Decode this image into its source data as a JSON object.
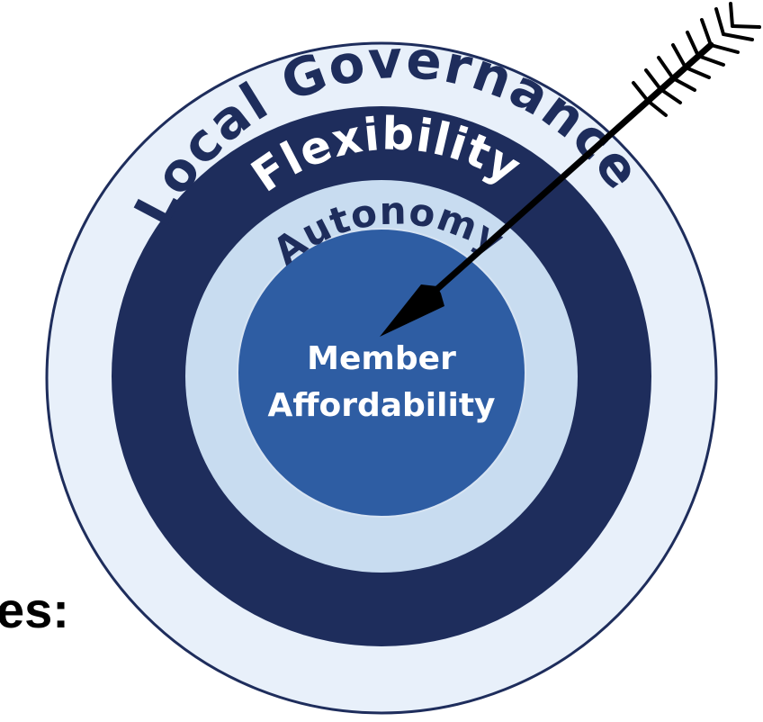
{
  "side_text": "es:",
  "rings": {
    "outer": {
      "label": "Local Governance",
      "fill": "#e8f0fa",
      "text_color": "#1e2d5c"
    },
    "second": {
      "label": "Flexibility",
      "fill": "#1e2d5c",
      "text_color": "#ffffff"
    },
    "third": {
      "label": "Autonomy",
      "fill": "#c8dcf0",
      "text_color": "#1e2d5c"
    },
    "center": {
      "line1": "Member",
      "line2": "Affordability",
      "fill": "#2e5da3",
      "text_color": "#ffffff"
    }
  },
  "arrow": {
    "color": "#000000",
    "icon": "arrow-icon"
  },
  "colors": {
    "outline": "#1e2d5c"
  }
}
